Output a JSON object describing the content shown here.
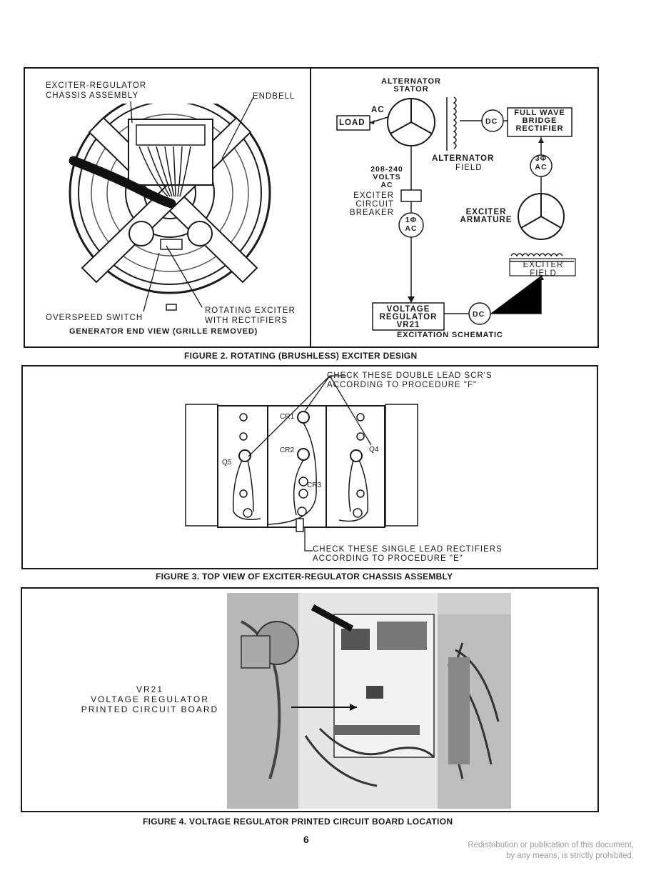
{
  "figure2": {
    "left": {
      "exciter_regulator": "EXCITER-REGULATOR\nCHASSIS ASSEMBLY",
      "endbell": "ENDBELL",
      "overspeed_switch": "OVERSPEED SWITCH",
      "rotating_exciter": "ROTATING EXCITER\nWITH RECTIFIERS",
      "view_caption": "GENERATOR END VIEW (GRILLE REMOVED)"
    },
    "right": {
      "alternator_stator": "ALTERNATOR\nSTATOR",
      "ac": "AC",
      "load": "LOAD",
      "dc_top": "DC",
      "full_wave": "FULL WAVE\nBRIDGE\nRECTIFIER",
      "alternator_field_1": "ALTERNATOR",
      "alternator_field_2": "FIELD",
      "three_phase_ac": "3Φ\nAC",
      "volts": "208-240\nVOLTS\nAC",
      "breaker": "EXCITER\nCIRCUIT\nBREAKER",
      "single_phase_ac": "1Φ\nAC",
      "exciter_armature": "EXCITER\nARMATURE",
      "exciter_field": "EXCITER\nFIELD",
      "voltage_regulator": "VOLTAGE\nREGULATOR\nVR21",
      "dc_bottom": "DC",
      "schematic_caption": "EXCITATION SCHEMATIC"
    },
    "caption": "FIGURE 2.  ROTATING (BRUSHLESS) EXCITER DESIGN"
  },
  "figure3": {
    "check_scr": "CHECK THESE DOUBLE LEAD SCR'S\nACCORDING TO PROCEDURE \"F\"",
    "check_rect": "CHECK THESE SINGLE LEAD RECTIFIERS\nACCORDING TO PROCEDURE \"E\"",
    "cr1": "CR1",
    "cr2": "CR2",
    "cr3": "CR3",
    "q5": "Q5",
    "q4": "Q4",
    "caption": "FIGURE 3.  TOP VIEW OF EXCITER-REGULATOR CHASSIS ASSEMBLY"
  },
  "figure4": {
    "label": "VR21\nVOLTAGE REGULATOR\nPRINTED CIRCUIT BOARD",
    "caption": "FIGURE 4.  VOLTAGE REGULATOR PRINTED CIRCUIT BOARD LOCATION"
  },
  "page_number": "6",
  "footer_line1": "Redistribution or publication of this document,",
  "footer_line2": "by any means, is strictly prohibited."
}
